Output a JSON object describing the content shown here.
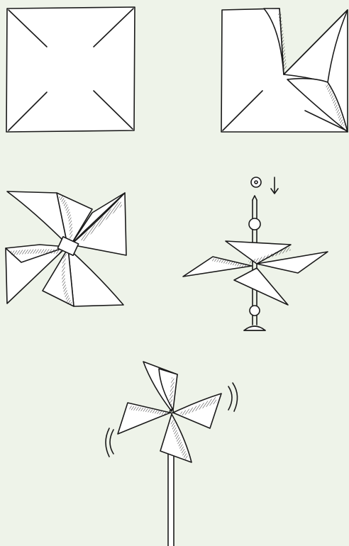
{
  "diagram": {
    "colors": {
      "background": "#eef3e9",
      "paper": "#ffffff",
      "ink": "#1a1a1a"
    },
    "steps": [
      {
        "id": 1,
        "depicts": "square-with-diagonal-cuts"
      },
      {
        "id": 2,
        "depicts": "first-corner-folded"
      },
      {
        "id": 3,
        "depicts": "four-corners-pinned"
      },
      {
        "id": 4,
        "depicts": "assembly-on-stick-with-beads"
      },
      {
        "id": 5,
        "depicts": "finished-spinning-pinwheel"
      }
    ],
    "icons": [
      "down-arrow-icon",
      "motion-lines-icon",
      "bead-icon"
    ]
  }
}
